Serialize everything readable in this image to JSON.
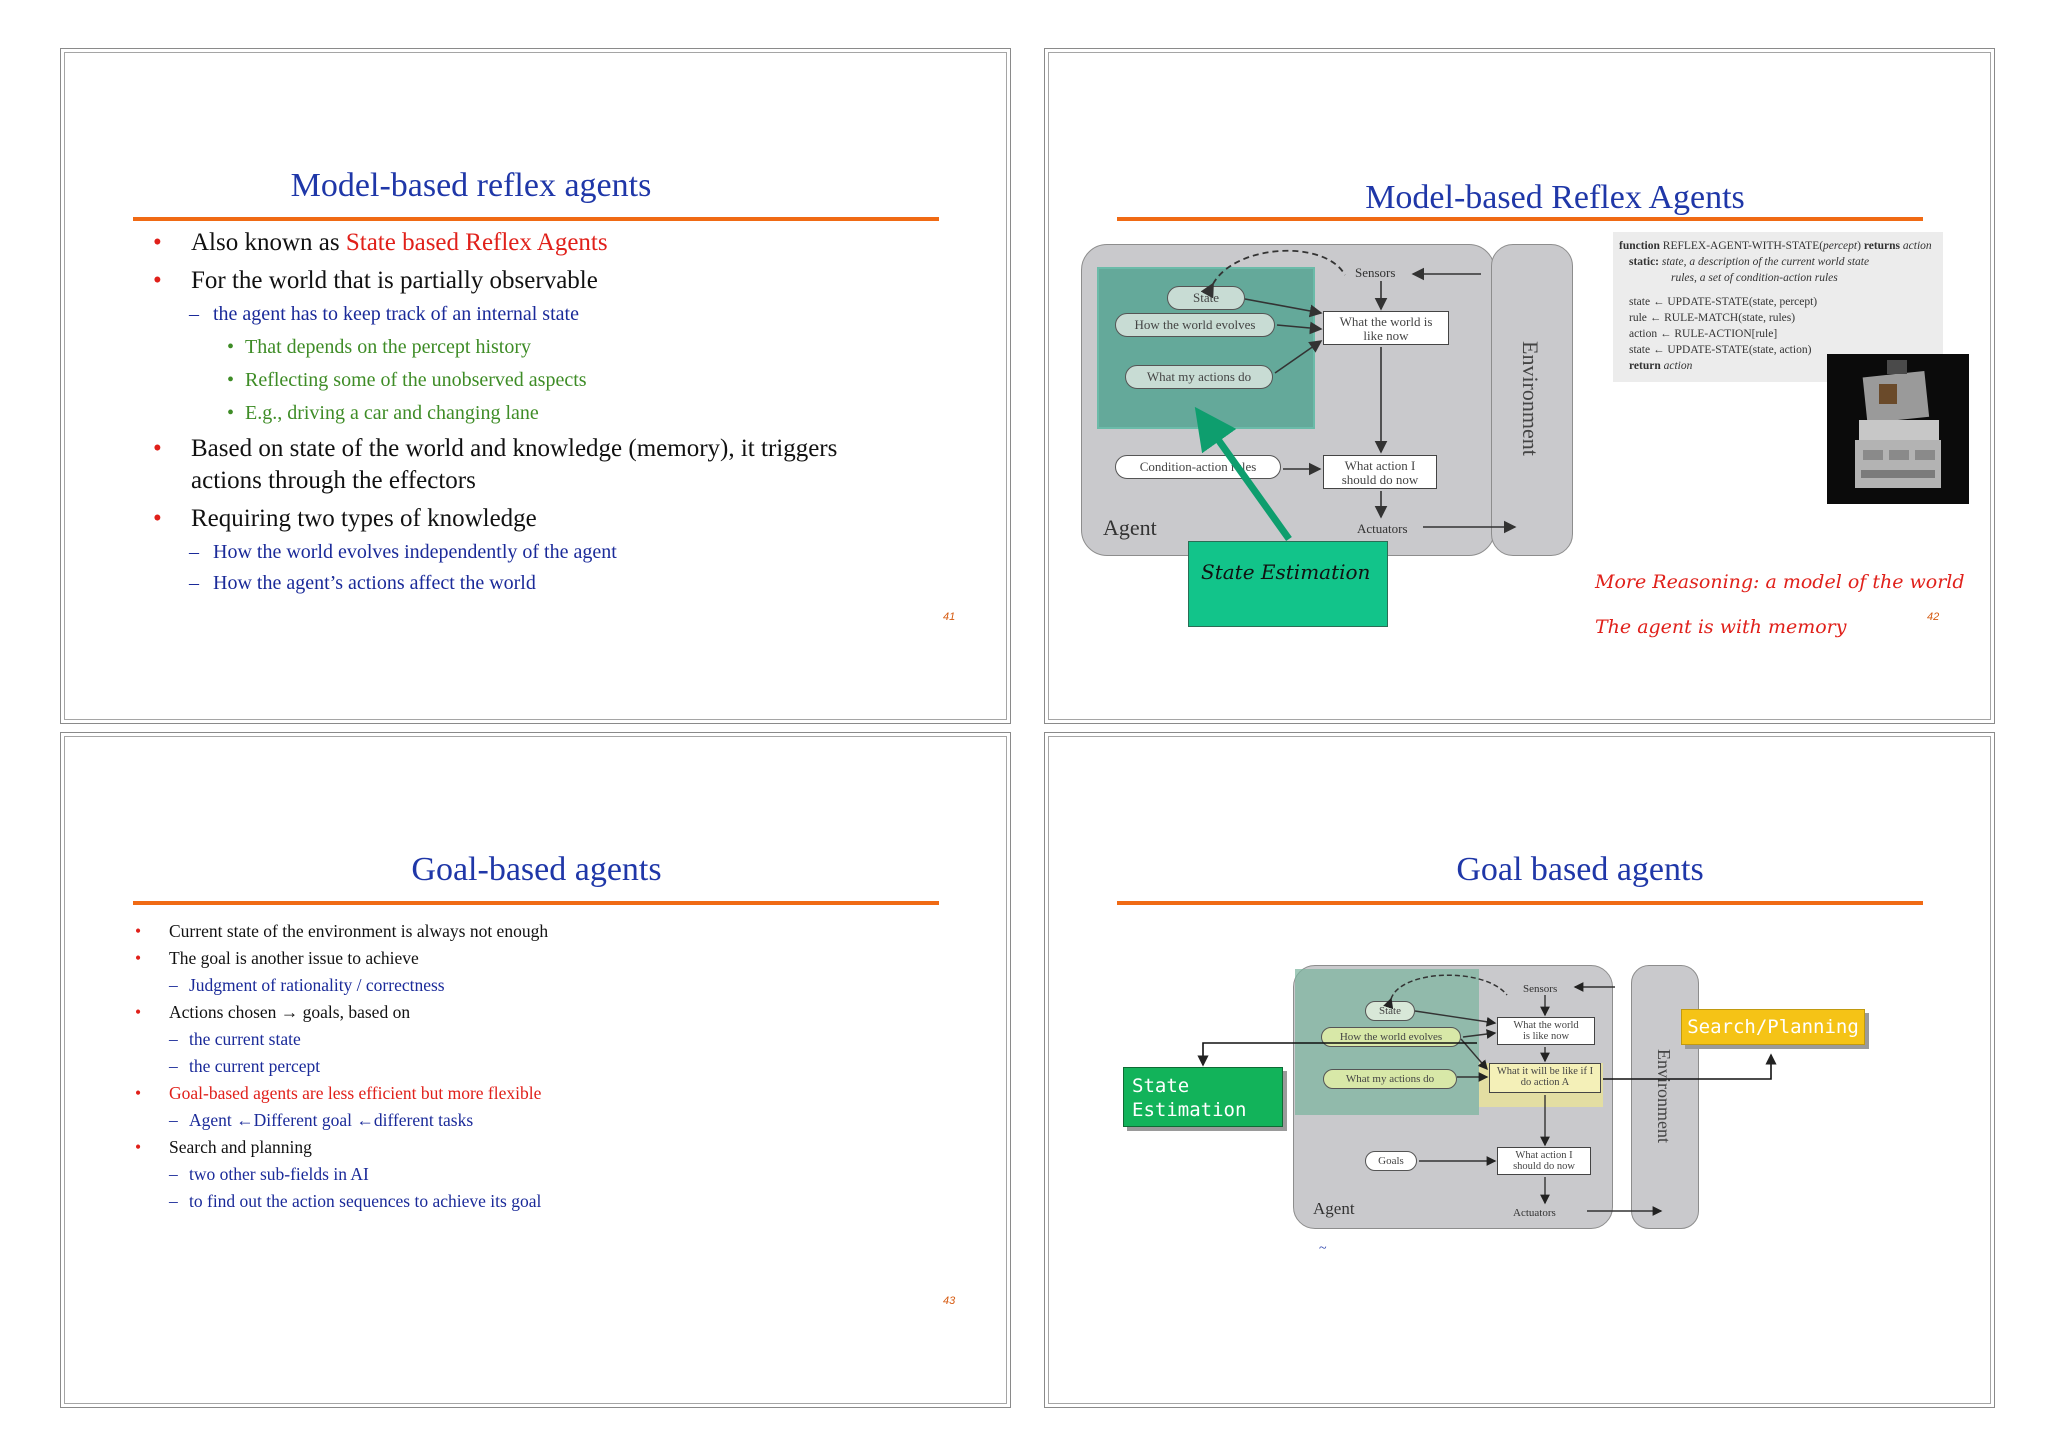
{
  "slide41": {
    "title": "Model-based reflex agents",
    "b1_prefix": "Also known as ",
    "b1_red": "State based Reflex Agents",
    "b2": "For the world that is partially observable",
    "b2_sub": "the agent has to keep track of an internal state",
    "b2_sub_items": [
      "That depends on the percept history",
      "Reflecting some of the unobserved aspects",
      "E.g., driving a car and changing lane"
    ],
    "b3": "Based on state of the world and knowledge (memory), it triggers actions through the effectors",
    "b4": "Requiring two types of knowledge",
    "b4_sub": [
      "How the world evolves independently of the agent",
      "How the agent’s actions affect the world"
    ],
    "page": "41"
  },
  "slide42": {
    "title": "Model-based Reflex Agents",
    "diagram": {
      "sensors": "Sensors",
      "state": "State",
      "how_world": "How the world evolves",
      "what_actions": "What my actions do",
      "world_now": "What the world is like now",
      "condition_rules": "Condition-action rules",
      "what_action": "What action I should do now",
      "agent": "Agent",
      "actuators": "Actuators",
      "environment": "Environment"
    },
    "callout": "State Estimation",
    "algo": {
      "line1_kw": "function",
      "line1_name": "REFLEX-AGENT-WITH-STATE(",
      "line1_arg": "percept",
      "line1_close": ")",
      "line1_ret": "returns",
      "line1_retv": "action",
      "static_kw": "static:",
      "static1": "state, a description of the current world state",
      "static2": "rules, a set of condition-action rules",
      "s1": "state ← UPDATE-STATE(state, percept)",
      "s2": "rule ← RULE-MATCH(state, rules)",
      "s3": "action ← RULE-ACTION[rule]",
      "s4": "state ← UPDATE-STATE(state, action)",
      "ret_kw": "return",
      "ret_v": "action"
    },
    "note1": "More Reasoning: a model of the world",
    "note2": "The agent is with memory",
    "page": "42"
  },
  "slide43": {
    "title": "Goal-based agents",
    "items": [
      {
        "level": 1,
        "text": "Current state of the environment is always not enough"
      },
      {
        "level": 1,
        "text": "The goal is another issue to achieve"
      },
      {
        "level": 2,
        "text": "Judgment of rationality / correctness"
      },
      {
        "level": 1,
        "text": "Actions chosen → goals, based on"
      },
      {
        "level": 2,
        "text": "the current state"
      },
      {
        "level": 2,
        "text": "the current percept"
      },
      {
        "level": 1,
        "text": "Goal-based agents are less efficient but more flexible",
        "red": true
      },
      {
        "level": 2,
        "text": "Agent ←Different goal ←different tasks"
      },
      {
        "level": 1,
        "text": "Search and planning"
      },
      {
        "level": 2,
        "text": "two other sub-fields in AI"
      },
      {
        "level": 2,
        "text": "to find out the action sequences to achieve its goal"
      }
    ],
    "page": "43"
  },
  "slide44": {
    "title": "Goal based agents",
    "diagram": {
      "sensors": "Sensors",
      "state": "State",
      "how_world": "How the world evolves",
      "what_actions": "What my actions do",
      "world_now": "What the world is like now",
      "what_if": "What it will be like if I do action A",
      "goals": "Goals",
      "what_action": "What action I should do now",
      "agent": "Agent",
      "actuators": "Actuators",
      "environment": "Environment"
    },
    "callout_state_l1": "State",
    "callout_state_l2": "Estimation",
    "callout_search": "Search/Planning",
    "tilde": "~"
  }
}
